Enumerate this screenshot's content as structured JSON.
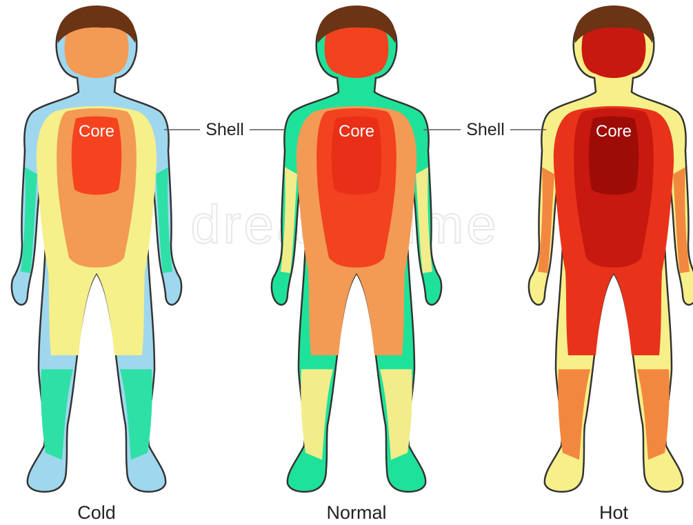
{
  "figures": [
    {
      "id": "cold",
      "caption": "Cold",
      "core_label": "Core",
      "zones": [
        "#9fd7ee",
        "#2fe0a6",
        "#f5f08a",
        "#f39a55",
        "#f5431f"
      ]
    },
    {
      "id": "normal",
      "caption": "Normal",
      "core_label": "Core",
      "zones": [
        "#1fe29a",
        "#f2ec8a",
        "#f39a55",
        "#f2421f",
        "#ea2f18"
      ]
    },
    {
      "id": "hot",
      "caption": "Hot",
      "core_label": "Core",
      "zones": [
        "#f7ef8a",
        "#f2883f",
        "#e8331a",
        "#c7190f",
        "#9e0c08"
      ]
    }
  ],
  "shell_labels": [
    "Shell",
    "Shell"
  ],
  "hair_color": "#6b3414",
  "outline_color": "#333333",
  "watermark": "dreamstime"
}
